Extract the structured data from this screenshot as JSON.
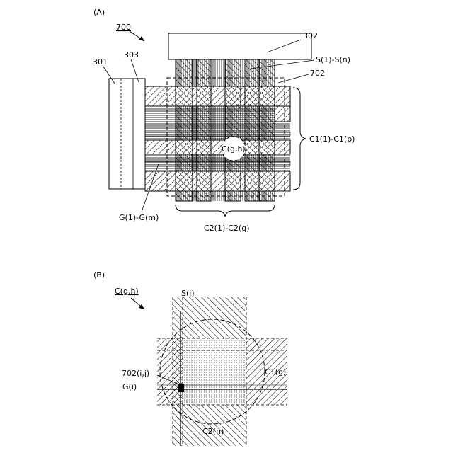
{
  "panel_a": {
    "panel_label": "(A)",
    "figure_ref": "700",
    "labels": {
      "driver_top": "302",
      "driver_left": "301",
      "driver_left_inner": "303",
      "source_lines": "S(1)-S(n)",
      "sensor_unit": "702",
      "first_electrodes": "C1(1)-C1(p)",
      "gate_lines": "G(1)-G(m)",
      "second_electrodes": "C2(1)-C2(q)",
      "capacitor_node": "C(g,h)"
    }
  },
  "panel_b": {
    "panel_label": "(B)",
    "figure_ref": "C(g,h)",
    "labels": {
      "source_line": "S(j)",
      "pixel": "702(i,j)",
      "gate_line": "G(i)",
      "first_electrode": "C1(g)",
      "second_electrode": "C2(h)"
    }
  }
}
